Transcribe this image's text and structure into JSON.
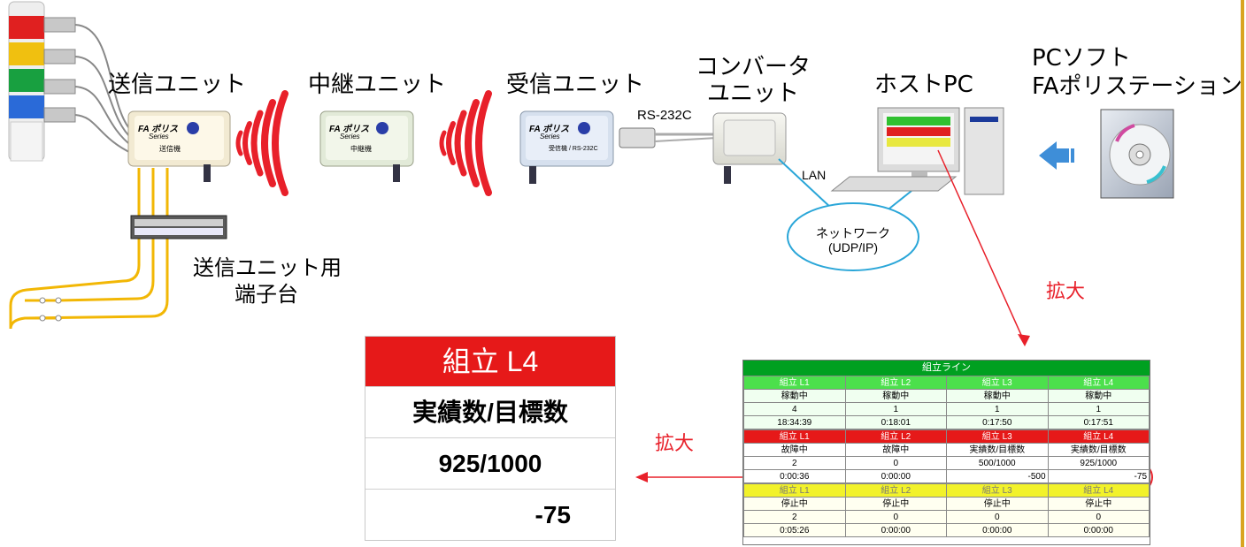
{
  "labels": {
    "transmit_unit": "送信ユニット",
    "relay_unit": "中継ユニット",
    "receive_unit": "受信ユニット",
    "converter_line1": "コンバータ",
    "converter_line2": "ユニット",
    "host_pc": "ホストPC",
    "pc_soft_line1": "PCソフト",
    "pc_soft_line2": "FAポリステーション",
    "rs232c": "RS-232C",
    "lan": "LAN",
    "network_line1": "ネットワーク",
    "network_line2": "(UDP/IP)",
    "terminal_line1": "送信ユニット用",
    "terminal_line2": "端子台",
    "zoom_1": "拡大",
    "zoom_2": "拡大"
  },
  "device": {
    "brand": "FA ポリス",
    "series": "Series",
    "transmit_label": "送信機",
    "relay_label": "中継機",
    "receive_label": "受信機 / RS-232C"
  },
  "big_panel": {
    "title": "組立 L4",
    "row1": "実績数/目標数",
    "row2": "925/1000",
    "row3": "-75"
  },
  "grid": {
    "title": "組立ライン",
    "green": {
      "headers": [
        "組立 L1",
        "組立 L2",
        "組立 L3",
        "組立 L4"
      ],
      "status": [
        "稼動中",
        "稼動中",
        "稼動中",
        "稼動中"
      ],
      "count": [
        "4",
        "1",
        "1",
        "1"
      ],
      "time": [
        "18:34:39",
        "0:18:01",
        "0:17:50",
        "0:17:51"
      ]
    },
    "red": {
      "headers": [
        "組立 L1",
        "組立 L2",
        "組立 L3",
        "組立 L4"
      ],
      "status": [
        "故障中",
        "故障中",
        "実績数/目標数",
        "実績数/目標数"
      ],
      "count": [
        "2",
        "0",
        "500/1000",
        "925/1000"
      ],
      "time": [
        "0:00:36",
        "0:00:00",
        "-500",
        "-75"
      ]
    },
    "yellow": {
      "headers": [
        "組立 L1",
        "組立 L2",
        "組立 L3",
        "組立 L4"
      ],
      "status": [
        "停止中",
        "停止中",
        "停止中",
        "停止中"
      ],
      "count": [
        "2",
        "0",
        "0",
        "0"
      ],
      "time": [
        "0:05:26",
        "0:00:00",
        "0:00:00",
        "0:00:00"
      ]
    }
  },
  "colors": {
    "wave": "#e8202a",
    "wire": "#f2b705",
    "panel_red": "#e61919",
    "panel_green": "#00a020",
    "panel_yellow": "#f2f22a",
    "arrow_blue": "#3e8ed8",
    "network": "#2aa6d8"
  }
}
